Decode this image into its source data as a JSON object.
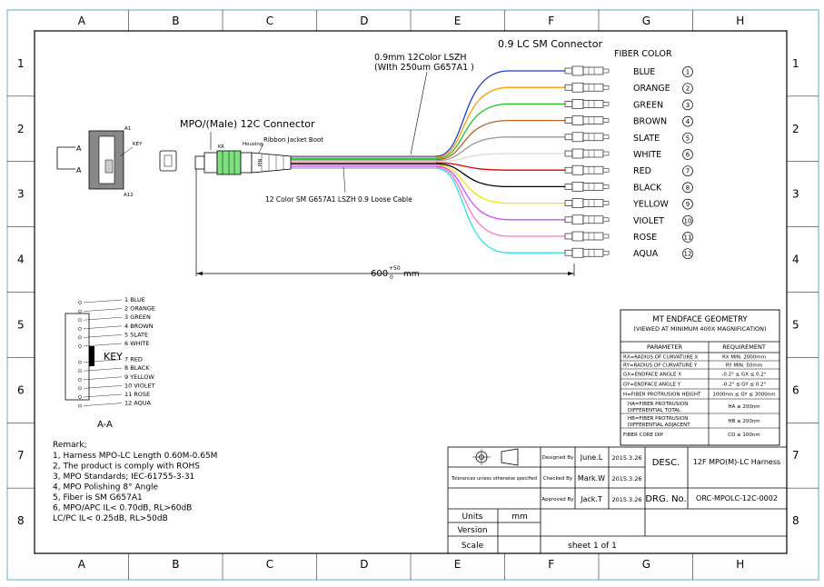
{
  "zones": {
    "cols": [
      "A",
      "B",
      "C",
      "D",
      "E",
      "F",
      "G",
      "H"
    ],
    "rows": [
      "1",
      "2",
      "3",
      "4",
      "5",
      "6",
      "7",
      "8"
    ]
  },
  "colors": {
    "fibers": [
      "#1f3bd6",
      "#ff9c00",
      "#22c422",
      "#b5651d",
      "#9a9a9a",
      "#d9d9d9",
      "#e00000",
      "#000000",
      "#f2e600",
      "#d04bff",
      "#ff78c8",
      "#28e6e6"
    ],
    "border": "#000000"
  },
  "labels": {
    "lc_connector": "0.9 LC SM Connector",
    "fiber_color_title": "FIBER COLOR",
    "lszh_line1": "0.9mm 12Color LSZH",
    "lszh_line2": "(WIth 250um G657A1 )",
    "mpo_connector": "MPO/(Male) 12C Connector",
    "housing": "Housing",
    "ribbon_boot": "Ribbon Jacket Boot",
    "loose_cable": "12 Color SM G657A1 LSZH 0.9 Loose Cable",
    "length_value": "600",
    "length_tol_plus": "+50",
    "length_tol_minus": "0",
    "length_unit": "mm",
    "key_small": "KEY",
    "a1": "A1",
    "a12": "A12",
    "section_a": "A",
    "key_big": "KEY",
    "section_aa": "A-A",
    "pin": "PIN",
    "kr": "KR"
  },
  "fibers": [
    {
      "num": "1",
      "name": "BLUE",
      "short": "1 BLUE"
    },
    {
      "num": "2",
      "name": "ORANGE",
      "short": "2 ORANGE"
    },
    {
      "num": "3",
      "name": "GREEN",
      "short": "3 GREEN"
    },
    {
      "num": "4",
      "name": "BROWN",
      "short": "4 BROWN"
    },
    {
      "num": "5",
      "name": "SLATE",
      "short": "5 SLATE"
    },
    {
      "num": "6",
      "name": "WHITE",
      "short": "6 WHITE"
    },
    {
      "num": "7",
      "name": "RED",
      "short": "7 RED"
    },
    {
      "num": "8",
      "name": "BLACK",
      "short": "8 BLACK"
    },
    {
      "num": "9",
      "name": "YELLOW",
      "short": "9 YELLOW"
    },
    {
      "num": "10",
      "name": "VIOLET",
      "short": "10 VIOLET"
    },
    {
      "num": "11",
      "name": "ROSE",
      "short": "11 ROSE"
    },
    {
      "num": "12",
      "name": "AQUA",
      "short": "12 AQUA"
    }
  ],
  "remarks": {
    "title": "Remark;",
    "items": [
      "1,  Harness MPO-LC Length 0.60M-0.65M",
      "2, The product is comply with ROHS",
      "3, MPO Standards; IEC-61755-3-31",
      "4, MPO Polishing 8° Angle",
      "5, Fiber is SM G657A1",
      "6, MPO/APC  IL< 0.70dB, RL>60dB",
      "      LC/PC  IL< 0.25dB, RL>50dB"
    ]
  },
  "geometry_table": {
    "title": "MT ENDFACE GEOMETRY",
    "subtitle": "(VIEWED AT MINIMUM 400X MAGNIFICATION)",
    "col_param": "PARAMETER",
    "col_req": "REQUIREMENT",
    "rows": [
      {
        "p1": "RX=RADIUS OF CURVATURE X",
        "p2": "",
        "r": "RX MIN. 2000mm"
      },
      {
        "p1": "RY=RADIUS OF CURVATURE Y",
        "p2": "",
        "r": "RY MIN. 50mm"
      },
      {
        "p1": "GX=ENDFACE ANGLE X",
        "p2": "",
        "r": "-0.2° ≤ GX ≤ 0.2°"
      },
      {
        "p1": "GY=ENDFACE ANGLE Y",
        "p2": "",
        "r": "-0.2° ≤ GY ≤ 0.2°"
      },
      {
        "p1": "H=FIBER PROTRUSION HEIGHT",
        "p2": "",
        "r": "1000nm ≤ GY ≤ 3000nm"
      },
      {
        "p1": "HA=FIBER PROTRUSION",
        "p2": "DIFFERENTIAL TOTAL",
        "r": "HA ≤ 200nm"
      },
      {
        "p1": "HB=FIBER PROTRUSION",
        "p2": "DIFFERENTIAL ADJACENT",
        "r": "HB ≤ 200nm"
      },
      {
        "p1": "FIBER CORE DIP",
        "p2": "",
        "r": "CD ≤ 100nm"
      }
    ]
  },
  "title_block": {
    "tolerance": "Tolerances unless otherwise specified",
    "designed_by": "Designed By",
    "checked_by": "Checked By",
    "approved_by": "Approved By",
    "designer": "June.L",
    "checker": "Mark.W",
    "approver": "Jack.T",
    "date1": "2015.3.26",
    "date2": "2015.3.26",
    "date3": "2015.3.26",
    "desc_label": "DESC.",
    "desc_value": "12F MPO(M)-LC Harness",
    "drg_label": "DRG. No.",
    "drg_value": "ORC-MPOLC-12C-0002",
    "units_label": "Units",
    "units_value": "mm",
    "version_label": "Version",
    "scale_label": "Scale",
    "sheet": "sheet  1  of  1"
  }
}
